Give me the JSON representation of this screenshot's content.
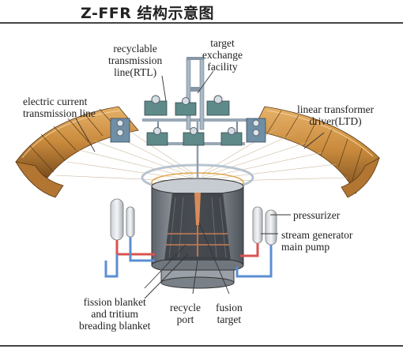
{
  "title": "Z-FFR 结构示意图",
  "labels": {
    "recyclable_rtl": [
      "recyclable",
      "transmission",
      "line(RTL)"
    ],
    "target_exchange": [
      "target",
      "exchange",
      "facility"
    ],
    "electric_current": [
      "electric current",
      "transmission line"
    ],
    "ltd": [
      "linear transformer",
      "driver(LTD)"
    ],
    "pressurizer": [
      "pressurizer"
    ],
    "steam_pump": [
      "stream generator",
      "main pump"
    ],
    "fission_blanket": [
      "fission blanket",
      "and tritium",
      "breading blanket"
    ],
    "recycle_port": [
      "recycle",
      "port"
    ],
    "fusion_target": [
      "fusion",
      "target"
    ]
  },
  "colors": {
    "coil_copper": "#c98a3c",
    "coil_dark": "#7a4e1e",
    "module_blue": "#6f8fa6",
    "pipe_red": "#d9534f",
    "pipe_blue": "#5b8fd1",
    "vessel_grey": "#8a8f96"
  }
}
